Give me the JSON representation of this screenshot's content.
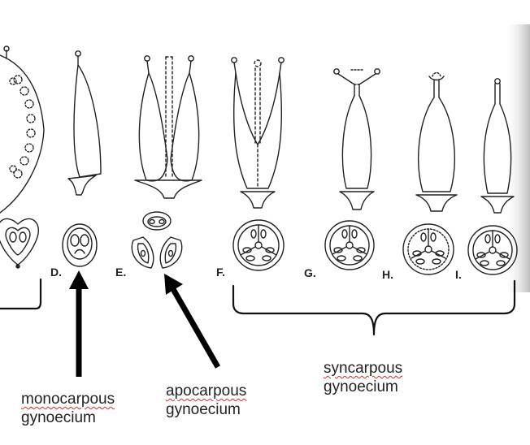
{
  "figure": {
    "panel_labels": [
      "D.",
      "E.",
      "F.",
      "G.",
      "H.",
      "I."
    ]
  },
  "captions": {
    "monocarpous": {
      "word": "monocarpous",
      "line2": "gynoecium"
    },
    "apocarpous": {
      "word": "apocarpous",
      "line2": "gynoecium"
    },
    "syncarpous": {
      "word": "syncarpous",
      "line2": "gynoecium"
    }
  },
  "style": {
    "ink": "#222222",
    "page_shadow": "#cfcfcf",
    "spellcheck_underline": "#d0302a"
  }
}
